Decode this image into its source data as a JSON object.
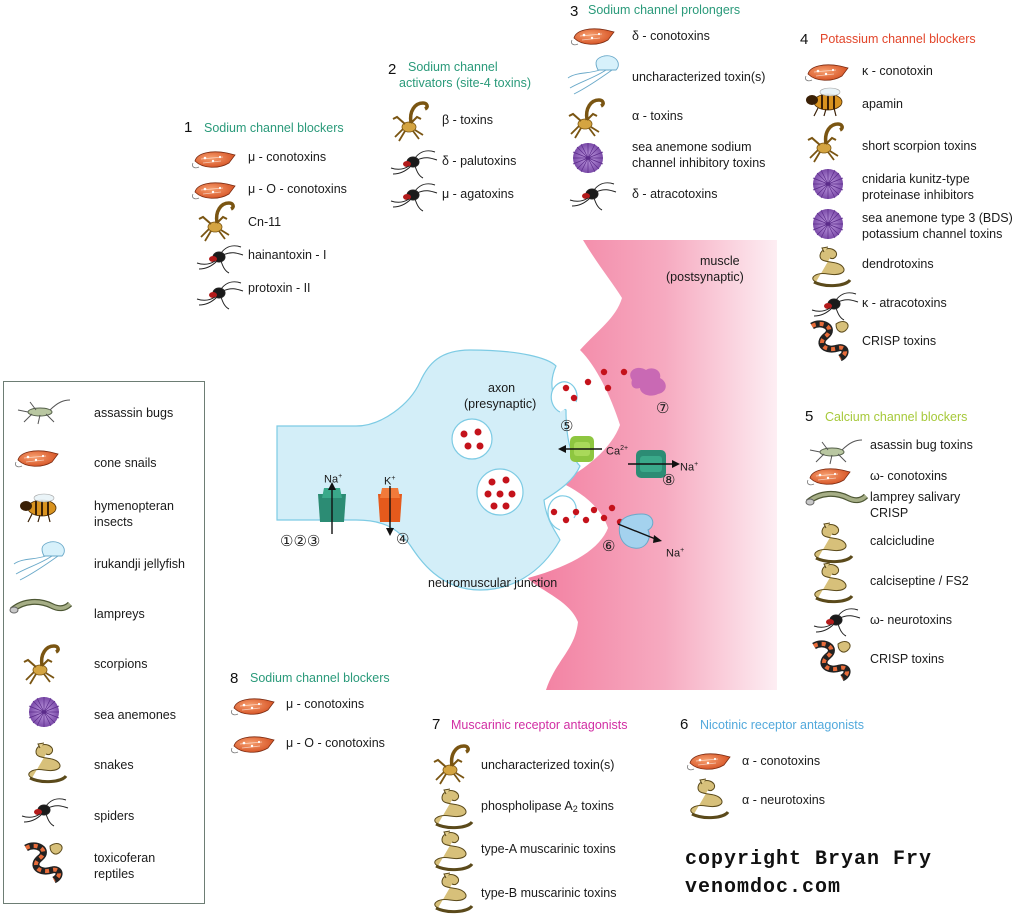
{
  "colors": {
    "teal": "#2a9a7a",
    "potassium": "#e2452a",
    "calcium": "#a6c93a",
    "muscarinic": "#d12ea3",
    "nicotinic": "#52a9dc",
    "axon_fill": "#d3eef8",
    "muscle_fill": "#f38fac",
    "vesicle_dot": "#c4121b"
  },
  "groups": {
    "g1": {
      "num": "1",
      "title": "Sodium channel blockers",
      "items": [
        "μ - conotoxins",
        "μ - O - conotoxins",
        "Cn-11",
        "hainantoxin - I",
        "protoxin - II"
      ]
    },
    "g2": {
      "num": "2",
      "title_line1": "Sodium channel",
      "title_line2": "activators (site-4 toxins)",
      "items": [
        "β - toxins",
        "δ - palutoxins",
        "μ - agatoxins"
      ]
    },
    "g3": {
      "num": "3",
      "title": "Sodium channel prolongers",
      "items": [
        "δ - conotoxins",
        "uncharacterized toxin(s)",
        "α - toxins",
        "sea anemone sodium",
        "channel inhibitory toxins",
        "δ - atracotoxins"
      ]
    },
    "g4": {
      "num": "4",
      "title": "Potassium channel blockers",
      "items": [
        "κ - conotoxin",
        "apamin",
        "short scorpion toxins",
        "cnidaria kunitz-type",
        "proteinase inhibitors",
        "sea anemone type 3 (BDS)",
        "potassium channel toxins",
        "dendrotoxins",
        "κ - atracotoxins",
        "CRISP toxins"
      ]
    },
    "g5": {
      "num": "5",
      "title": "Calcium channel blockers",
      "items": [
        "asassin bug toxins",
        "ω- conotoxins",
        "lamprey salivary",
        "CRISP",
        "calcicludine",
        "calciseptine / FS2",
        "ω- neurotoxins",
        "CRISP toxins"
      ]
    },
    "g6": {
      "num": "6",
      "title": "Nicotinic receptor antagonists",
      "items": [
        "α - conotoxins",
        "α - neurotoxins"
      ]
    },
    "g7": {
      "num": "7",
      "title": "Muscarinic receptor antagonists",
      "items": [
        "uncharacterized toxin(s)",
        "phospholipase A",
        "toxins",
        "type-A muscarinic toxins",
        "type-B muscarinic  toxins"
      ],
      "sub": "2"
    },
    "g8": {
      "num": "8",
      "title": "Sodium channel blockers",
      "items": [
        "μ - conotoxins",
        "μ - O - conotoxins"
      ]
    }
  },
  "legend": [
    "assassin bugs",
    "cone snails",
    "hymenopteran",
    "insects",
    "irukandji jellyfish",
    "lampreys",
    "scorpions",
    "sea anemones",
    "snakes",
    "spiders",
    "toxicoferan",
    "reptiles"
  ],
  "diagram": {
    "muscle_line1": "muscle",
    "muscle_line2": "(postsynaptic)",
    "axon_line1": "axon",
    "axon_line2": "(presynaptic)",
    "junction": "neuromuscular junction",
    "na": "Na",
    "k": "K",
    "ca": "Ca",
    "plus": "+",
    "ca_sup": "2+",
    "m123": "①②③",
    "m4": "④",
    "m5": "⑤",
    "m6": "⑥",
    "m7": "⑦",
    "m8": "⑧"
  },
  "copyright": {
    "line1": "copyright Bryan Fry",
    "line2": "venomdoc.com"
  }
}
